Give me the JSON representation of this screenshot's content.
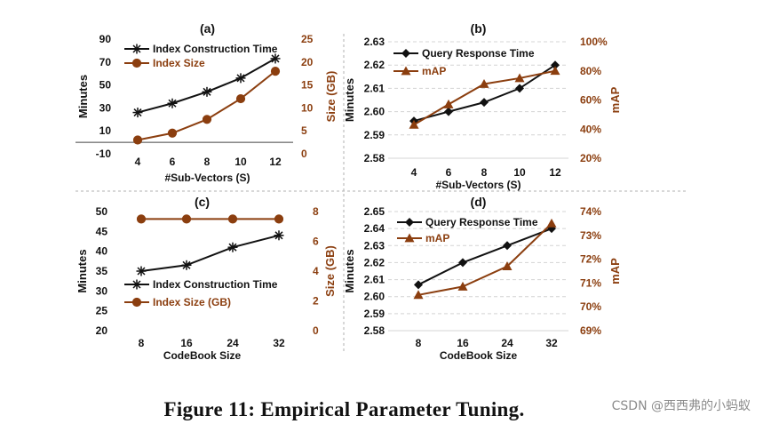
{
  "caption": "Figure 11:  Empirical Parameter Tuning.",
  "watermark": "CSDN @西西弗的小蚂蚁",
  "colors": {
    "black": "#111111",
    "brown": "#8B3E0F",
    "grid": "#d4d4d4",
    "divider": "#b0b0b0"
  },
  "chart_data": [
    {
      "panel": "(a)",
      "type": "line",
      "xlabel": "#Sub-Vectors (S)",
      "x": [
        4,
        6,
        8,
        10,
        12
      ],
      "x_ticks": [
        "4",
        "6",
        "8",
        "10",
        "12"
      ],
      "ylabel_left": "Minutes",
      "ylim_left": [
        -10,
        90
      ],
      "yticks_left": [
        "-10",
        "10",
        "30",
        "50",
        "70",
        "90"
      ],
      "ylabel_right": "Size (GB)",
      "ylim_right": [
        0,
        25
      ],
      "yticks_right": [
        "0",
        "5",
        "10",
        "15",
        "20",
        "25"
      ],
      "legend_position": "top-left",
      "grid": false,
      "series": [
        {
          "name": "Index Construction Time",
          "axis": "left",
          "color": "#111111",
          "marker": "asterisk",
          "values": [
            26,
            34,
            44,
            56,
            73
          ]
        },
        {
          "name": "Index Size",
          "axis": "right",
          "color": "#8B3E0F",
          "marker": "circle",
          "values": [
            3,
            4.5,
            7.5,
            12,
            18
          ]
        }
      ]
    },
    {
      "panel": "(b)",
      "type": "line",
      "xlabel": "#Sub-Vectors (S)",
      "x": [
        4,
        6,
        8,
        10,
        12
      ],
      "x_ticks": [
        "4",
        "6",
        "8",
        "10",
        "12"
      ],
      "ylabel_left": "Minutes",
      "ylim_left": [
        2.58,
        2.63
      ],
      "yticks_left": [
        "2.58",
        "2.59",
        "2.60",
        "2.61",
        "2.62",
        "2.63"
      ],
      "ylabel_right": "mAP",
      "ylim_right": [
        20,
        100
      ],
      "yticks_right": [
        "20%",
        "40%",
        "60%",
        "80%",
        "100%"
      ],
      "legend_position": "top-left",
      "grid": true,
      "series": [
        {
          "name": "Query Response Time",
          "axis": "left",
          "color": "#111111",
          "marker": "diamond",
          "values": [
            2.596,
            2.6,
            2.604,
            2.61,
            2.62
          ]
        },
        {
          "name": "mAP",
          "axis": "right",
          "color": "#8B3E0F",
          "marker": "triangle",
          "values": [
            43,
            57,
            71,
            75,
            80
          ]
        }
      ]
    },
    {
      "panel": "(c)",
      "type": "line",
      "xlabel": "CodeBook Size",
      "x": [
        8,
        16,
        24,
        32
      ],
      "x_ticks": [
        "8",
        "16",
        "24",
        "32"
      ],
      "ylabel_left": "Minutes",
      "ylim_left": [
        20,
        50
      ],
      "yticks_left": [
        "20",
        "25",
        "30",
        "35",
        "40",
        "45",
        "50"
      ],
      "ylabel_right": "Size (GB)",
      "ylim_right": [
        0,
        8
      ],
      "yticks_right": [
        "0",
        "2",
        "4",
        "6",
        "8"
      ],
      "legend_position": "bottom-right",
      "grid": false,
      "series": [
        {
          "name": "Index Construction Time",
          "axis": "left",
          "color": "#111111",
          "marker": "asterisk",
          "values": [
            35,
            36.5,
            41,
            44
          ]
        },
        {
          "name": "Index Size (GB)",
          "axis": "right",
          "color": "#8B3E0F",
          "marker": "circle",
          "values": [
            7.5,
            7.5,
            7.5,
            7.5
          ]
        }
      ]
    },
    {
      "panel": "(d)",
      "type": "line",
      "xlabel": "CodeBook Size",
      "x": [
        8,
        16,
        24,
        32
      ],
      "x_ticks": [
        "8",
        "16",
        "24",
        "32"
      ],
      "ylabel_left": "Minutes",
      "ylim_left": [
        2.58,
        2.65
      ],
      "yticks_left": [
        "2.58",
        "2.59",
        "2.60",
        "2.61",
        "2.62",
        "2.63",
        "2.64",
        "2.65"
      ],
      "ylabel_right": "mAP",
      "ylim_right": [
        69,
        74
      ],
      "yticks_right": [
        "69%",
        "70%",
        "71%",
        "72%",
        "73%",
        "74%"
      ],
      "legend_position": "top-left",
      "grid": true,
      "series": [
        {
          "name": "Query Response Time",
          "axis": "left",
          "color": "#111111",
          "marker": "diamond",
          "values": [
            2.607,
            2.62,
            2.63,
            2.64
          ]
        },
        {
          "name": "mAP",
          "axis": "right",
          "color": "#8B3E0F",
          "marker": "triangle",
          "values": [
            70.5,
            70.85,
            71.7,
            73.5
          ]
        }
      ]
    }
  ]
}
